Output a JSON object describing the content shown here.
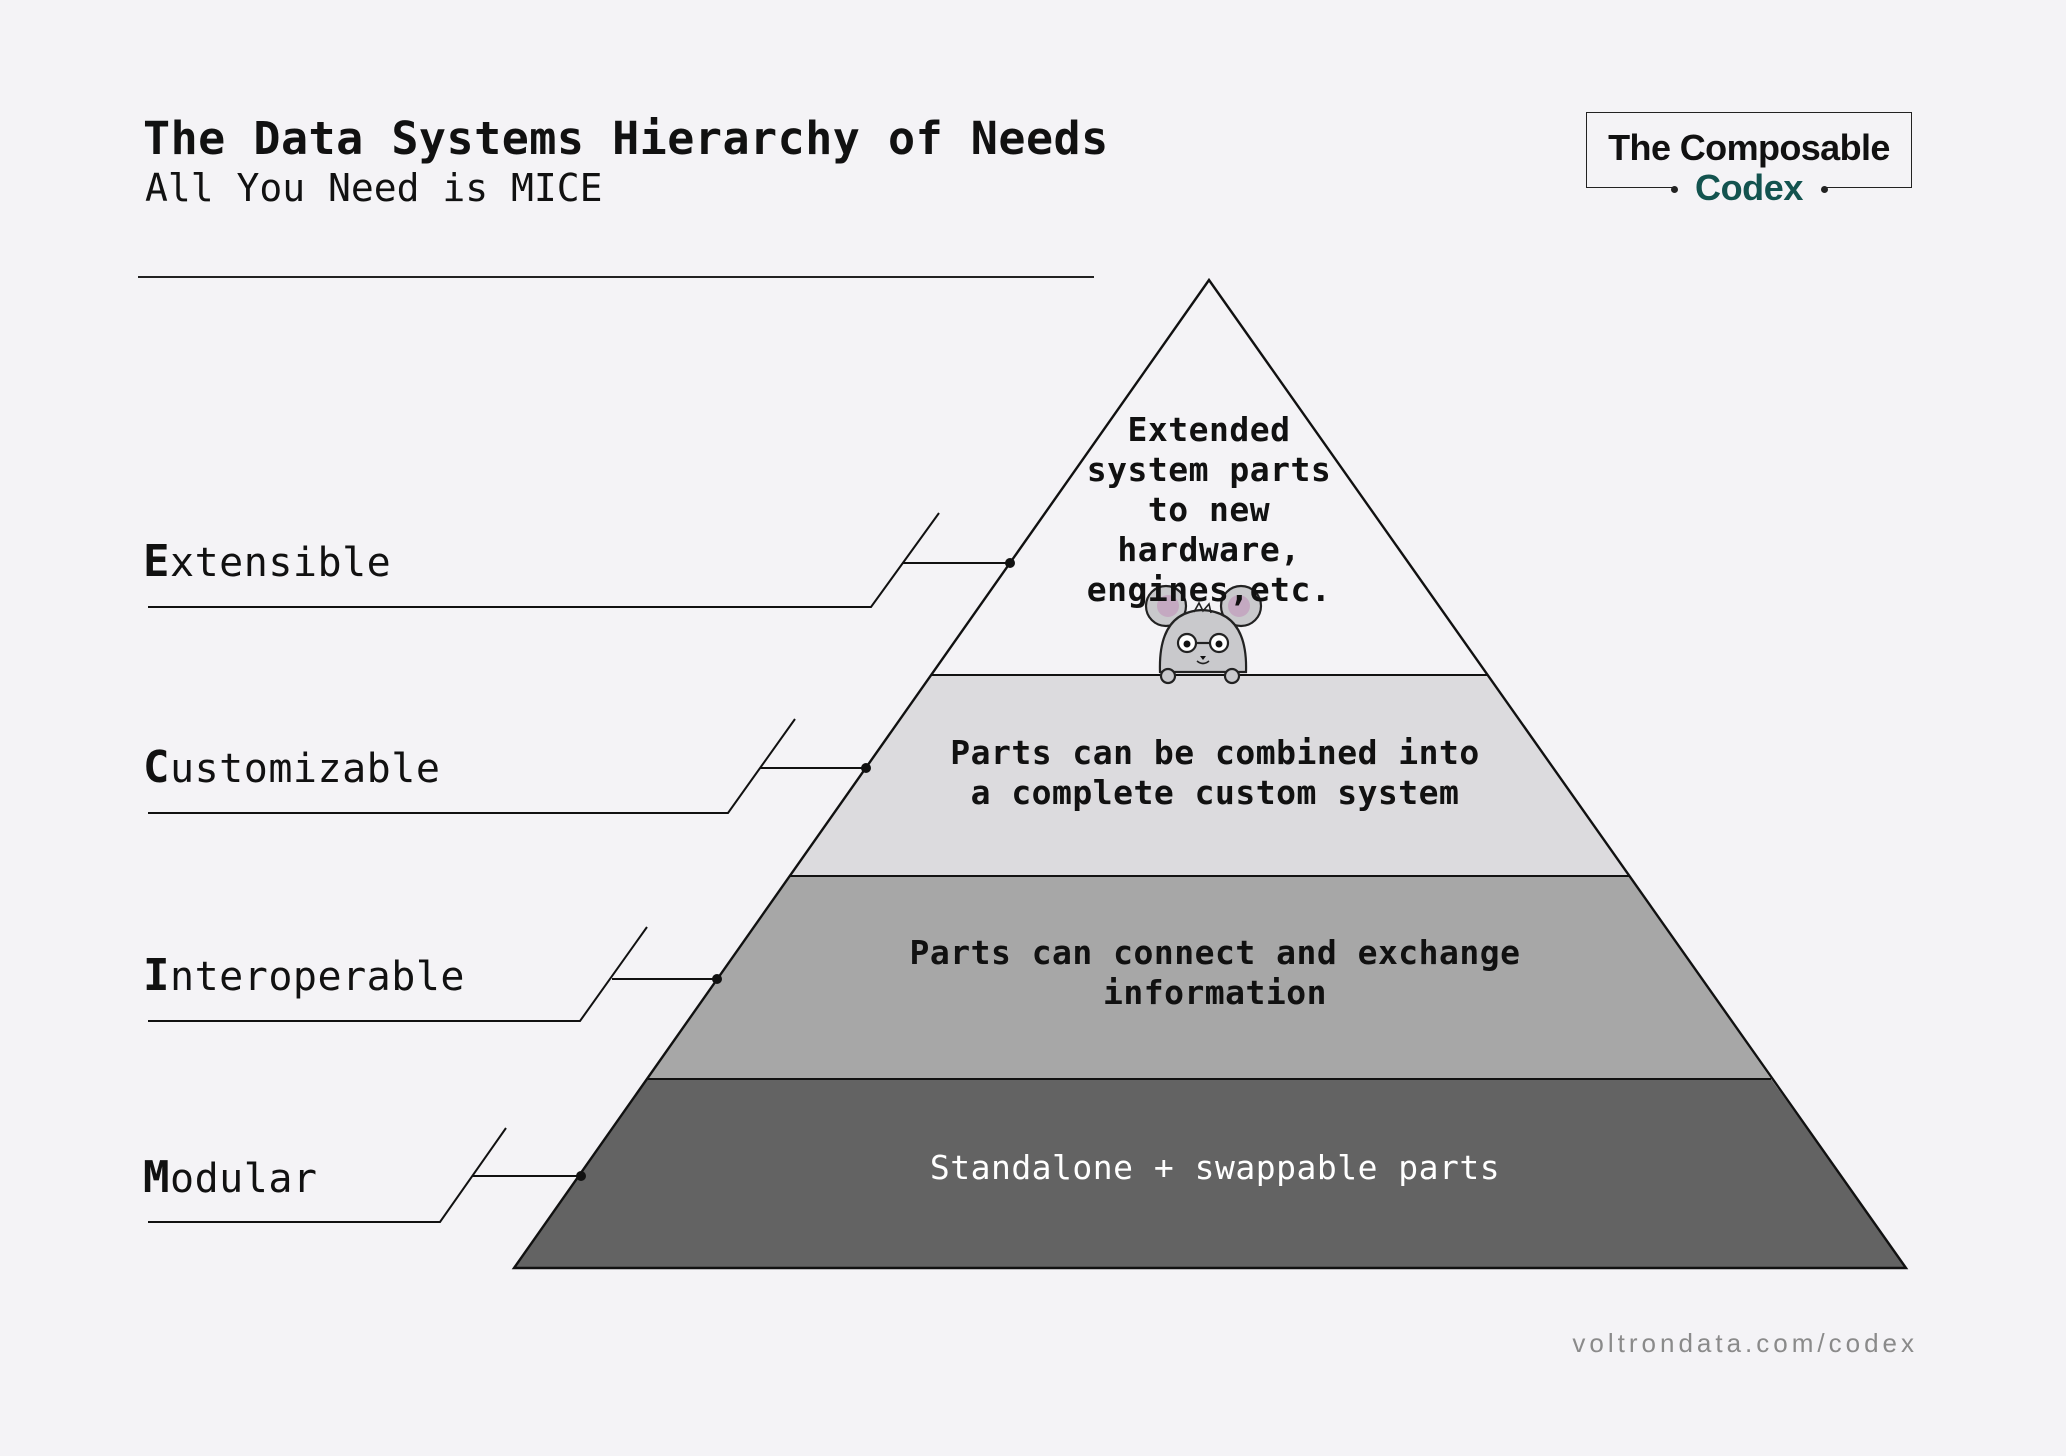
{
  "header": {
    "title": "The Data Systems Hierarchy of Needs",
    "subtitle": "All You Need is MICE"
  },
  "brand": {
    "line1": "The Composable",
    "line2": "Codex",
    "accent_color": "#13534f"
  },
  "pyramid": {
    "layers": [
      {
        "label_initial": "E",
        "label_rest": "xtensible",
        "description": "Extended\nsystem parts\nto new hardware,\nengines,etc.",
        "fill": "#f4f3f6",
        "text_color": "#111111"
      },
      {
        "label_initial": "C",
        "label_rest": "ustomizable",
        "description": "Parts can be combined into\na complete custom system",
        "fill": "#dcdbde",
        "text_color": "#111111"
      },
      {
        "label_initial": "I",
        "label_rest": "nteroperable",
        "description": "Parts can connect and exchange\ninformation",
        "fill": "#a7a7a7",
        "text_color": "#111111"
      },
      {
        "label_initial": "M",
        "label_rest": "odular",
        "description": "Standalone + swappable parts",
        "fill": "#636363",
        "text_color": "#ffffff"
      }
    ],
    "mascot": "mouse-with-glasses-icon"
  },
  "footer": {
    "url": "voltrondata.com/codex"
  }
}
